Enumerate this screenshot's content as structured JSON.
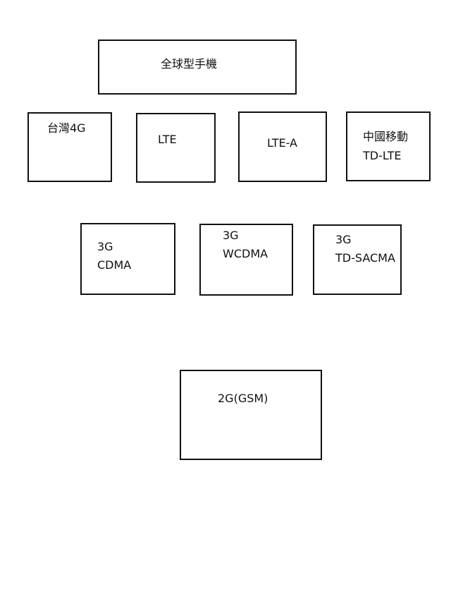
{
  "diagram": {
    "nodes": {
      "global_phone": {
        "lines": [
          "全球型手機"
        ]
      },
      "taiwan_4g": {
        "lines": [
          "台灣4G"
        ]
      },
      "lte": {
        "lines": [
          "LTE"
        ]
      },
      "lte_a": {
        "lines": [
          "LTE-A"
        ]
      },
      "china_mobile_td_lte": {
        "lines": [
          "中國移動",
          "TD-LTE"
        ]
      },
      "cdma_3g": {
        "lines": [
          "3G",
          "CDMA"
        ]
      },
      "wcdma_3g": {
        "lines": [
          "3G",
          "WCDMA"
        ]
      },
      "td_sacma_3g": {
        "lines": [
          "3G",
          "TD-SACMA"
        ]
      },
      "gsm_2g": {
        "lines": [
          "2G(GSM)"
        ]
      }
    }
  }
}
